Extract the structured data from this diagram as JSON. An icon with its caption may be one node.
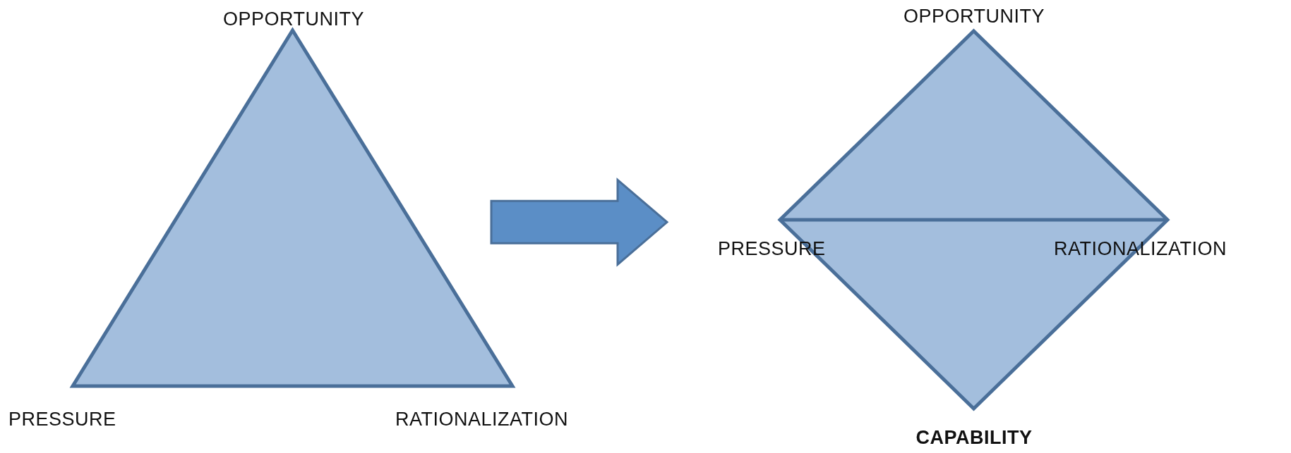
{
  "diagram": {
    "nodes": [
      {
        "text": [],
        "shape": "triangle"
      },
      {
        "text": [],
        "shape": "diamond"
      }
    ],
    "edges": [
      {
        "from": 0,
        "to": 1,
        "arrow": "to",
        "style": "thick"
      }
    ],
    "labels": [
      "OPPORTUNITY",
      "PRESSURE",
      "RATIONALIZATION",
      "OPPORTUNITY",
      "PRESSURE",
      "RATIONALIZATION",
      "CAPABILITY"
    ]
  }
}
